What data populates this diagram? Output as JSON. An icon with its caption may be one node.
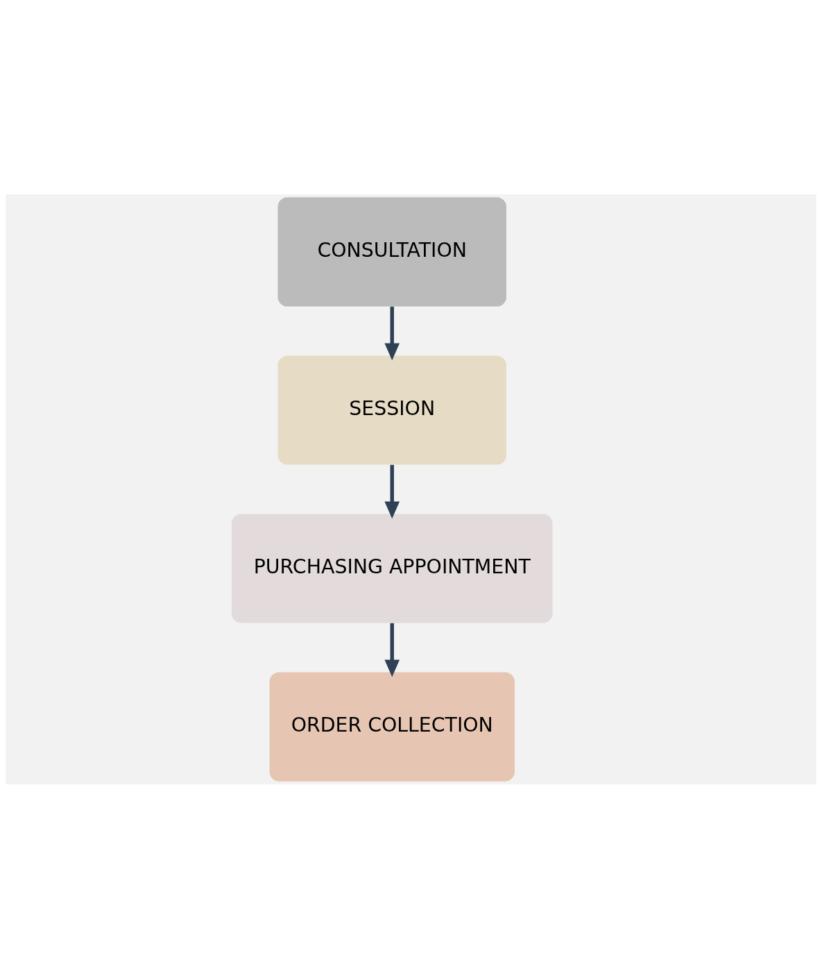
{
  "diagram": {
    "nodes": [
      {
        "text": [
          "CONSULTATION"
        ]
      },
      {
        "text": [
          "SESSION"
        ]
      },
      {
        "text": [
          "PURCHASING APPOINTMENT"
        ]
      },
      {
        "text": [
          "ORDER COLLECTION"
        ]
      }
    ],
    "edges": [
      {
        "from": 0,
        "to": 1,
        "arrow": "to"
      },
      {
        "from": 1,
        "to": 2,
        "arrow": "to"
      },
      {
        "from": 2,
        "to": 3,
        "arrow": "to"
      }
    ]
  }
}
